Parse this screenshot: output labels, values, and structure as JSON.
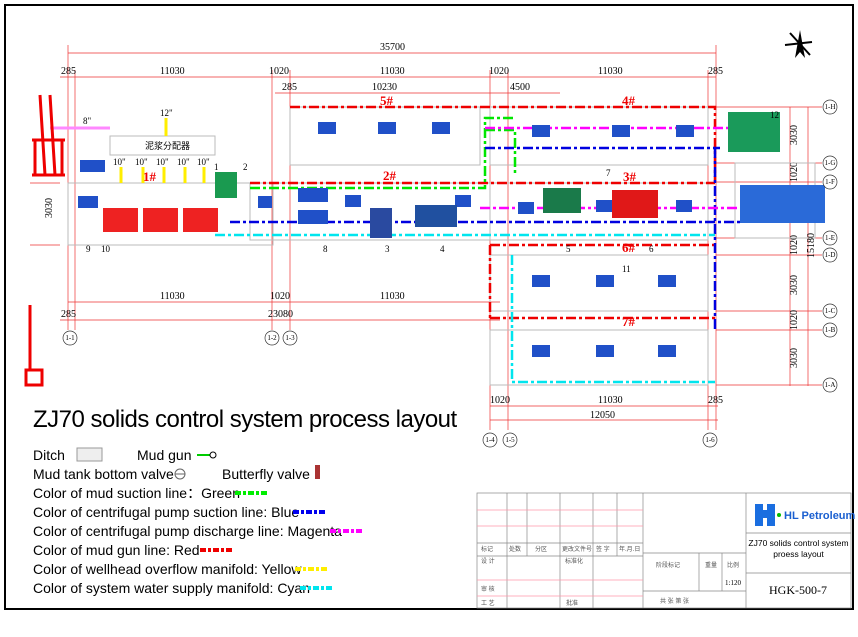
{
  "title": "ZJ70 solids control system process layout",
  "dimensions": {
    "total": "35700",
    "top_row": [
      "285",
      "11030",
      "1020",
      "11030",
      "1020",
      "11030",
      "285"
    ],
    "second_row": [
      "285",
      "10230",
      "4500"
    ],
    "bottom_left_row1": [
      "11030",
      "1020",
      "11030"
    ],
    "bottom_left_row2": [
      "285",
      "23080"
    ],
    "bottom_right_row1": [
      "1020",
      "11030",
      "285"
    ],
    "bottom_right_row2": "12050",
    "right_side": [
      "3030",
      "1020",
      "1020",
      "3030",
      "1020",
      "3030"
    ],
    "right_total": "15180",
    "left_side": "3030",
    "pipe_sizes": [
      "12\"",
      "8\"",
      "10\"",
      "10\"",
      "10\"",
      "10\"",
      "10\""
    ]
  },
  "tanks": [
    "1#",
    "2#",
    "3#",
    "4#",
    "5#",
    "6#",
    "7#"
  ],
  "distributor_label": "泥浆分配器",
  "equipment_numbers": [
    "1",
    "2",
    "3",
    "4",
    "5",
    "6",
    "7",
    "8",
    "9",
    "10",
    "11",
    "12"
  ],
  "axis_markers": {
    "bottom": [
      "1-1",
      "1-2",
      "1-3",
      "1-4",
      "1-5",
      "1-6"
    ],
    "right": [
      "1-H",
      "1-G",
      "1-F",
      "1-E",
      "1-D",
      "1-C",
      "1-B",
      "1-A"
    ]
  },
  "legend": {
    "ditch": "Ditch",
    "mud_gun": "Mud gun",
    "bottom_valve": "Mud tank bottom valve",
    "butterfly_valve": "Butterfly valve",
    "lines": [
      {
        "label": "Color of mud suction line：Green",
        "color": "#00ee00"
      },
      {
        "label": "Color of  centrifugal pump suction line: Blue",
        "color": "#0000ee"
      },
      {
        "label": "Color of centrifugal pump discharge line: Magenta",
        "color": "#ff00ff"
      },
      {
        "label": "Color of mud gun line: Red",
        "color": "#ee0000"
      },
      {
        "label": "Color of wellhead overflow manifold: Yellow",
        "color": "#ffee00"
      },
      {
        "label": "Color of system water supply manifold: Cyan",
        "color": "#00e5ee"
      }
    ]
  },
  "title_block": {
    "company": "HL Petroleum",
    "drawing_title": "ZJ70 solids control system proess layout",
    "scale": "1:120",
    "drawing_no": "HGK-500-7",
    "headers": [
      "标记",
      "处数",
      "分区",
      "更改文件号",
      "签 字",
      "年.月.日",
      "设 计",
      "标准化",
      "阶段标记",
      "重量",
      "比例",
      "审 核",
      "工 艺",
      "批准",
      "共  张  第  张"
    ]
  }
}
